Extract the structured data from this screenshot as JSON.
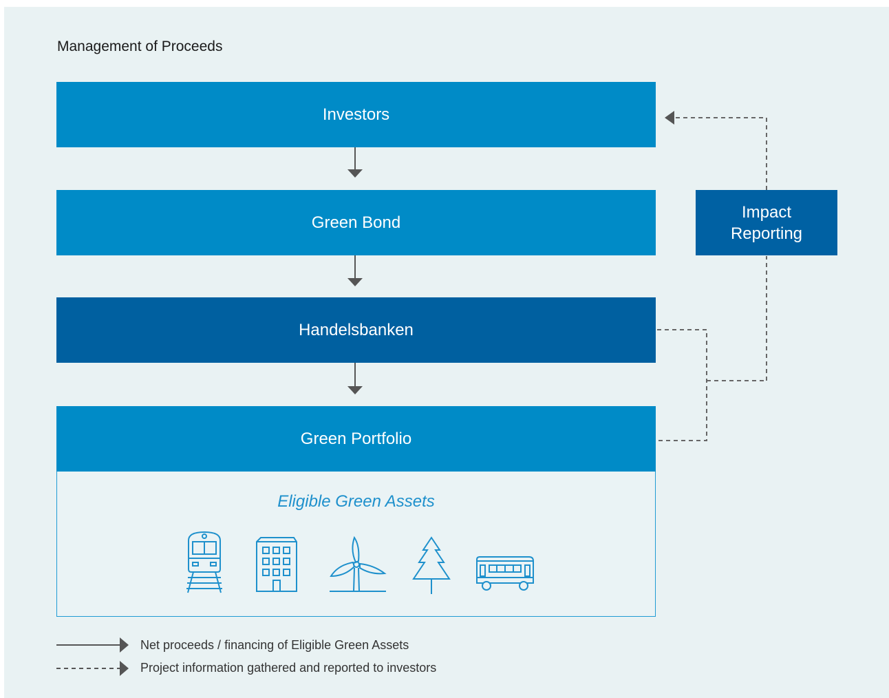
{
  "diagram": {
    "title": "Management of Proceeds",
    "boxes": {
      "investors": "Investors",
      "green_bond": "Green Bond",
      "handelsbanken": "Handelsbanken",
      "green_portfolio": "Green Portfolio"
    },
    "impact_reporting": {
      "line1": "Impact",
      "line2": "Reporting"
    },
    "eligible_assets": {
      "title": "Eligible Green Assets",
      "icons": [
        "train-icon",
        "building-icon",
        "wind-turbine-icon",
        "tree-icon",
        "bus-icon"
      ]
    },
    "legend": {
      "solid": "Net proceeds / financing of Eligible Green Assets",
      "dashed": "Project information gathered and reported to investors"
    }
  },
  "colors": {
    "background": "#e9f2f3",
    "box_blue": "#008bc7",
    "box_dark_blue": "#0060a0",
    "icon_blue": "#1e90cc",
    "arrow_gray": "#555555"
  }
}
